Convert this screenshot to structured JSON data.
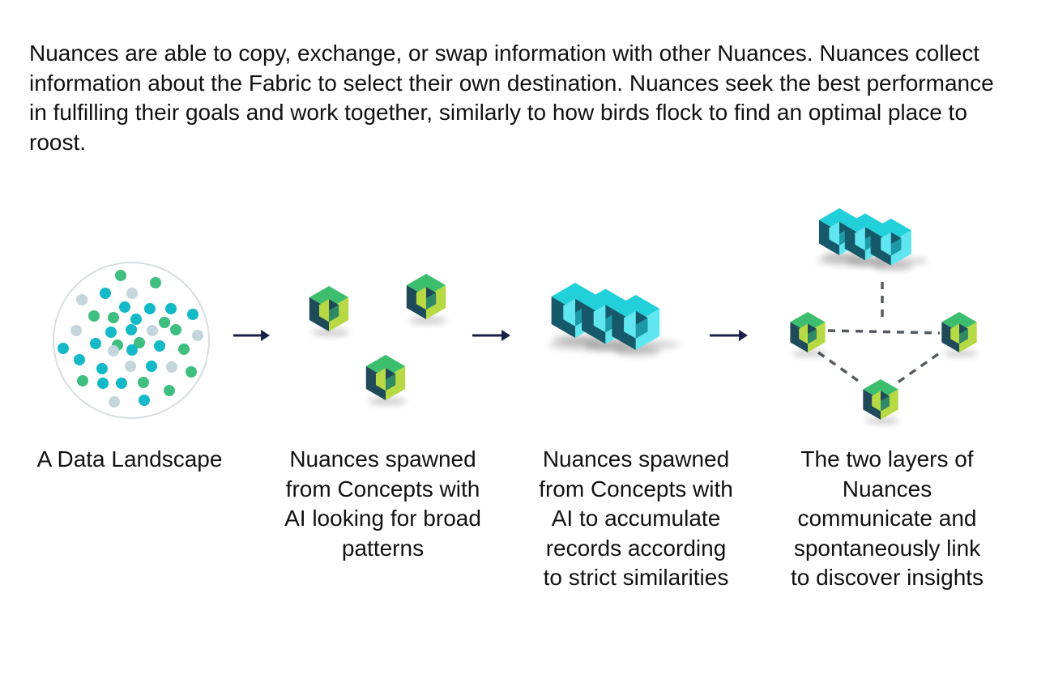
{
  "intro_text": "Nuances are able to copy, exchange, or swap information with other Nuances. Nuances collect information about the Fabric to select their own destination. Nuances seek the best performance in fulfilling their goals and work together, similarly to how birds flock to find an optimal place to roost.",
  "stages": [
    {
      "caption": "A Data Landscape"
    },
    {
      "caption": "Nuances spawned\nfrom Concepts with\nAI looking for broad\npatterns"
    },
    {
      "caption": "Nuances spawned\nfrom Concepts with\nAI to accumulate\nrecords according\nto strict similarities"
    },
    {
      "caption": "The two layers of\nNuances\ncommunicate and\nspontaneously link\nto discover insights"
    }
  ],
  "colors": {
    "dot_teal": "#13b9c6",
    "dot_green": "#3fbf7f",
    "dot_grey": "#c4d6dc",
    "green_top": "#3dbd6e",
    "green_left": "#1e4a5a",
    "green_right": "#b6d944",
    "cyan_top": "#22d0da",
    "cyan_left": "#15596a",
    "cyan_right": "#5fe6f0",
    "arrow": "#1c1f4a",
    "link": "#555a60"
  }
}
